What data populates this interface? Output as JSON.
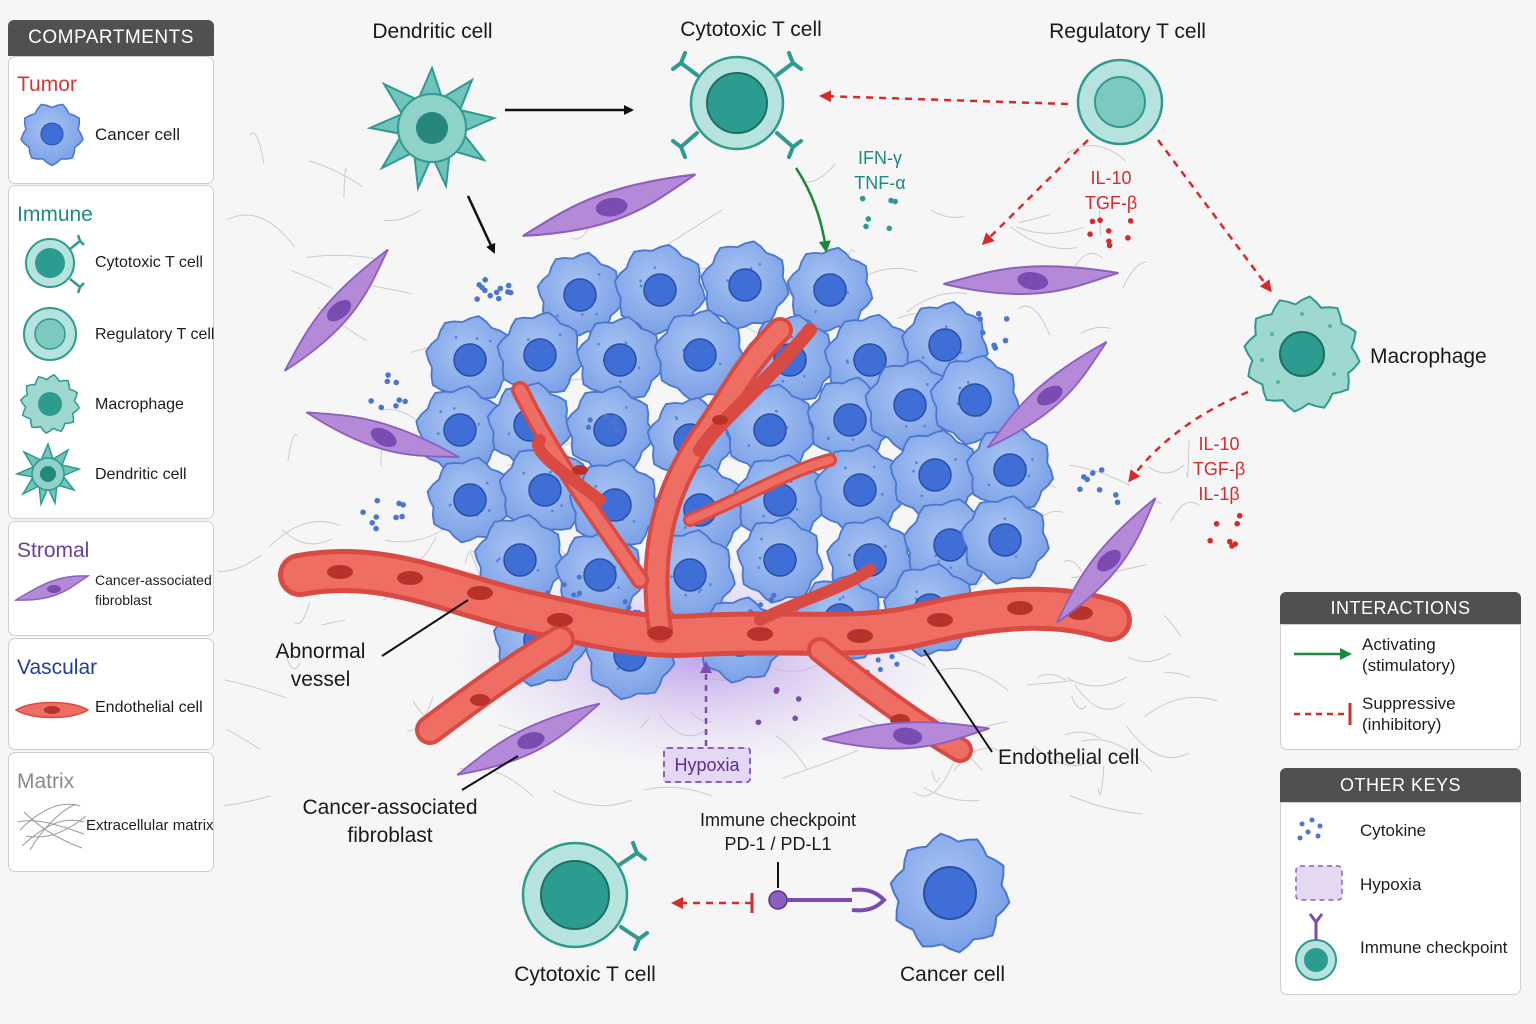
{
  "legend": {
    "header": "COMPARTMENTS",
    "groups": [
      {
        "title": "Tumor",
        "color": "#d23a3a",
        "items": [
          {
            "label": "Cancer cell",
            "icon": "cancer-cell-icon"
          }
        ]
      },
      {
        "title": "Immune",
        "color": "#1e8a80",
        "items": [
          {
            "label": "Cytotoxic T cell",
            "icon": "cytotoxic-t-cell-icon"
          },
          {
            "label": "Regulatory T cell",
            "icon": "regulatory-t-cell-icon"
          },
          {
            "label": "Macrophage",
            "icon": "macrophage-icon"
          },
          {
            "label": "Dendritic cell",
            "icon": "dendritic-cell-icon"
          }
        ]
      },
      {
        "title": "Stromal",
        "color": "#6a3fa0",
        "items": [
          {
            "label": "Cancer-associated fibroblast",
            "icon": "fibroblast-icon"
          }
        ]
      },
      {
        "title": "Vascular",
        "color": "#1f3f9a",
        "items": [
          {
            "label": "Endothelial cell",
            "icon": "endothelial-cell-icon"
          }
        ]
      },
      {
        "title": "Matrix",
        "color": "#8a8a8a",
        "items": [
          {
            "label": "Extracellular matrix",
            "icon": "matrix-icon"
          }
        ]
      }
    ]
  },
  "interactions": {
    "header": "INTERACTIONS",
    "activating": "Activating\n(stimulatory)",
    "suppressive": "Suppressive\n(inhibitory)"
  },
  "other_keys": {
    "header": "OTHER KEYS",
    "cytokine": "Cytokine",
    "hypoxia": "Hypoxia",
    "checkpoint": "Immune checkpoint"
  },
  "diagram": {
    "dendritic_cell": "Dendritic cell",
    "cytotoxic_t_cell": "Cytotoxic T cell",
    "regulatory_t_cell": "Regulatory T cell",
    "macrophage": "Macrophage",
    "abnormal_vessel": "Abnormal\nvessel",
    "endothelial_cell": "Endothelial cell",
    "caf": "Cancer-associated\nfibroblast",
    "hypoxia": "Hypoxia",
    "checkpoint_label": "Immune checkpoint\nPD-1 / PD-L1",
    "bottom_t_cell": "Cytotoxic T cell",
    "bottom_cancer_cell": "Cancer cell",
    "ctl_cytokines": "IFN-γ\nTNF-α",
    "treg_cytokines": "IL-10\nTGF-β",
    "macrophage_cytokines": "IL-10\nTGF-β\nIL-1β"
  },
  "colors": {
    "tumor_fill": "#7ea6ea",
    "tumor_stroke": "#4a76cf",
    "nucleus": "#3f6fd6",
    "immune_fill": "#9fd8d0",
    "immune_nucleus": "#2d9c90",
    "fibroblast": "#b48ad8",
    "vessel": "#e9574e",
    "activating": "#1a8a3a",
    "suppressive": "#d62b2b",
    "hypoxia": "#c7a9ea"
  }
}
